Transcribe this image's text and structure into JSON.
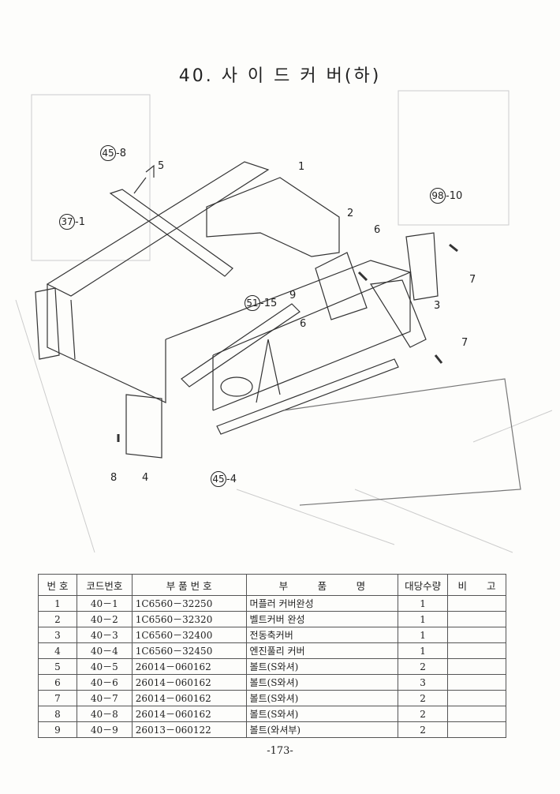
{
  "title": "40. 사 이 드 커 버(하)",
  "callouts": {
    "c1": "1",
    "c2": "2",
    "c3": "3",
    "c4": "4",
    "c5": "5",
    "c6a": "6",
    "c6b": "6",
    "c7a": "7",
    "c7b": "7",
    "c8": "8",
    "c9": "9",
    "ref_45_8": {
      "circle": "45",
      "suffix": "-8"
    },
    "ref_37_1": {
      "circle": "37",
      "suffix": "-1"
    },
    "ref_98_10": {
      "circle": "98",
      "suffix": "-10"
    },
    "ref_51_15": {
      "circle": "51",
      "suffix": "-15"
    },
    "ref_45_4": {
      "circle": "45",
      "suffix": "-4"
    }
  },
  "table": {
    "headers": [
      "번 호",
      "코드번호",
      "부 품 번 호",
      "부　　　품　　　명",
      "대당수량",
      "비　　고"
    ],
    "rows": [
      [
        "1",
        "40－1",
        "1C6560－32250",
        "머플러 커버완성",
        "1",
        ""
      ],
      [
        "2",
        "40－2",
        "1C6560－32320",
        "벨트커버 완성",
        "1",
        ""
      ],
      [
        "3",
        "40－3",
        "1C6560－32400",
        "전동축커버",
        "1",
        ""
      ],
      [
        "4",
        "40－4",
        "1C6560－32450",
        "엔진풀리 커버",
        "1",
        ""
      ],
      [
        "5",
        "40－5",
        "26014－060162",
        "볼트(S와셔)",
        "2",
        ""
      ],
      [
        "6",
        "40－6",
        "26014－060162",
        "볼트(S와셔)",
        "3",
        ""
      ],
      [
        "7",
        "40－7",
        "26014－060162",
        "볼트(S와셔)",
        "2",
        ""
      ],
      [
        "8",
        "40－8",
        "26014－060162",
        "볼트(S와셔)",
        "2",
        ""
      ],
      [
        "9",
        "40－9",
        "26013－060122",
        "볼트(와셔부)",
        "2",
        ""
      ]
    ]
  },
  "page_number": "-173-"
}
